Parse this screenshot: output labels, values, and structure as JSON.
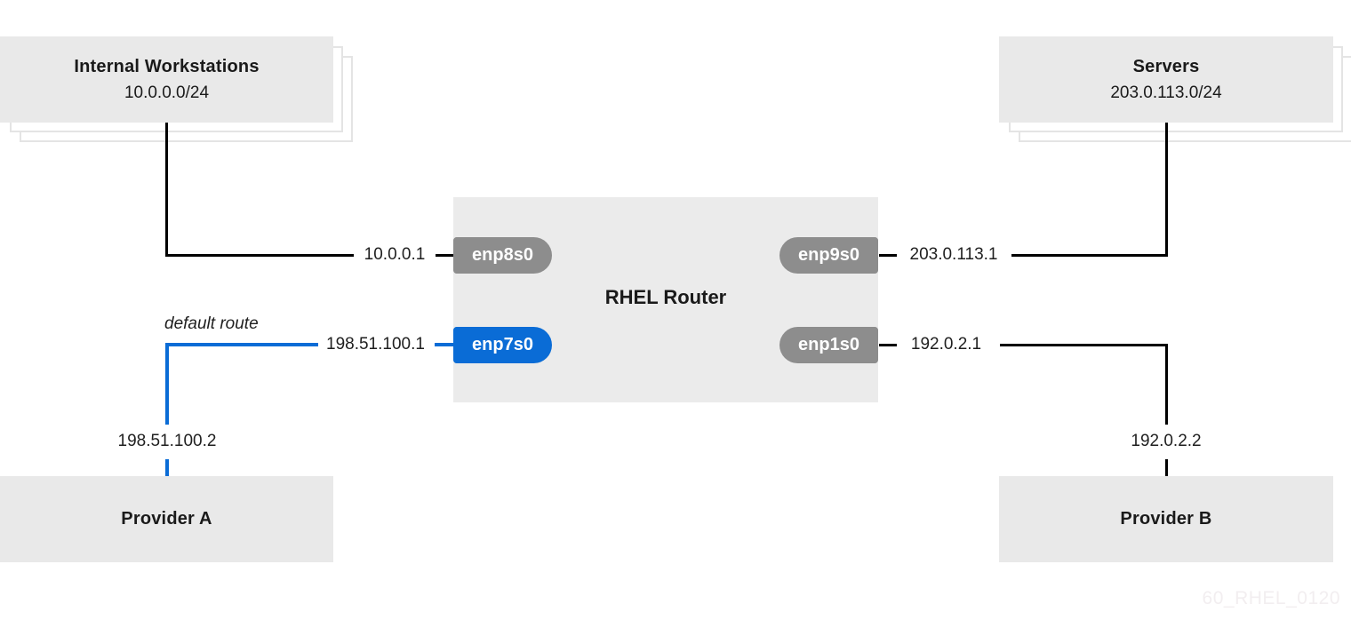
{
  "nodes": {
    "internal_workstations": {
      "title": "Internal Workstations",
      "subnet": "10.0.0.0/24"
    },
    "servers": {
      "title": "Servers",
      "subnet": "203.0.113.0/24"
    },
    "router": {
      "title": "RHEL Router"
    },
    "provider_a": {
      "title": "Provider A"
    },
    "provider_b": {
      "title": "Provider B"
    }
  },
  "interfaces": {
    "enp8s0": {
      "name": "enp8s0",
      "ip": "10.0.0.1"
    },
    "enp9s0": {
      "name": "enp9s0",
      "ip": "203.0.113.1"
    },
    "enp7s0": {
      "name": "enp7s0",
      "ip": "198.51.100.1",
      "highlighted": true
    },
    "enp1s0": {
      "name": "enp1s0",
      "ip": "192.0.2.1"
    }
  },
  "remote_ips": {
    "provider_a_gateway": "198.51.100.2",
    "provider_b_gateway": "192.0.2.2"
  },
  "annotations": {
    "default_route": "default route",
    "watermark": "60_RHEL_0120"
  },
  "colors": {
    "accent_blue": "#0a6cd6",
    "pill_gray": "#8d8d8d",
    "node_fill": "#e9e9e9",
    "router_fill": "#ebebeb",
    "line_color": "#000000",
    "watermark_color": "#f2eef0"
  }
}
